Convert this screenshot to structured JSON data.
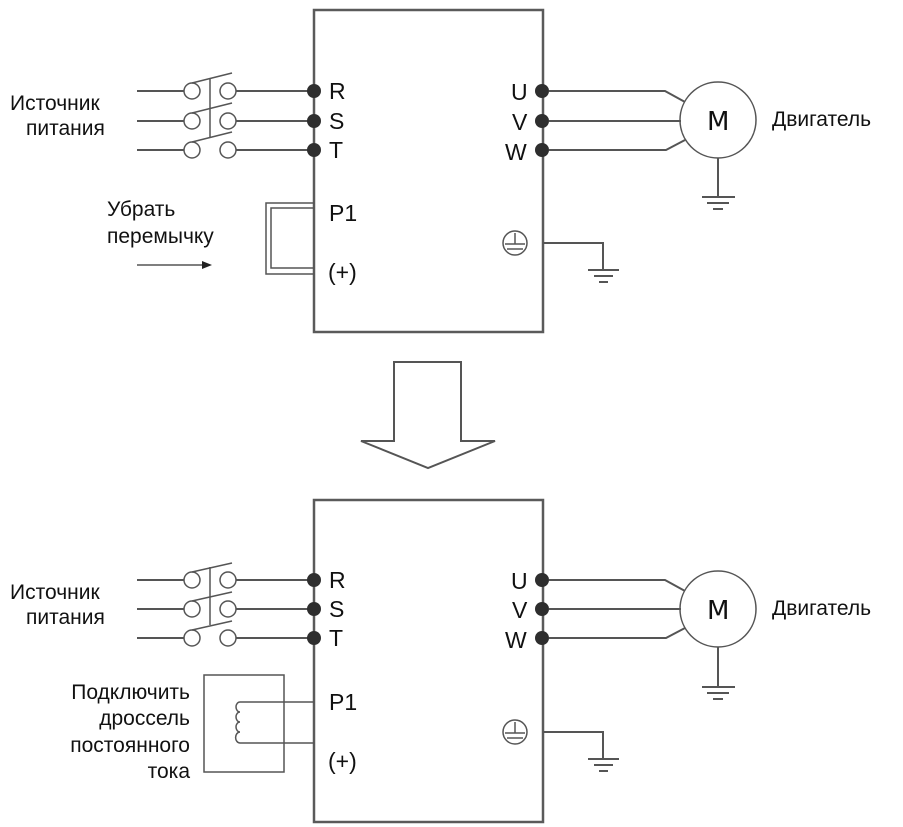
{
  "top_diagram": {
    "power_source_label": [
      "Источник",
      "питания"
    ],
    "input_terminals": [
      "R",
      "S",
      "T"
    ],
    "dc_terminals": [
      "P1",
      "(+)"
    ],
    "output_terminals": [
      "U",
      "V",
      "W"
    ],
    "motor_symbol": "M",
    "motor_label": "Двигатель",
    "jumper_label": [
      "Убрать",
      "перемычку"
    ],
    "ground_icon": "protective-earth-icon"
  },
  "transition_arrow": {
    "icon": "down-arrow-icon"
  },
  "bottom_diagram": {
    "power_source_label": [
      "Источник",
      "питания"
    ],
    "input_terminals": [
      "R",
      "S",
      "T"
    ],
    "dc_terminals": [
      "P1",
      "(+)"
    ],
    "output_terminals": [
      "U",
      "V",
      "W"
    ],
    "motor_symbol": "M",
    "motor_label": "Двигатель",
    "reactor_label": [
      "Подключить",
      "дроссель",
      "постоянного",
      "тока"
    ],
    "ground_icon": "protective-earth-icon"
  }
}
